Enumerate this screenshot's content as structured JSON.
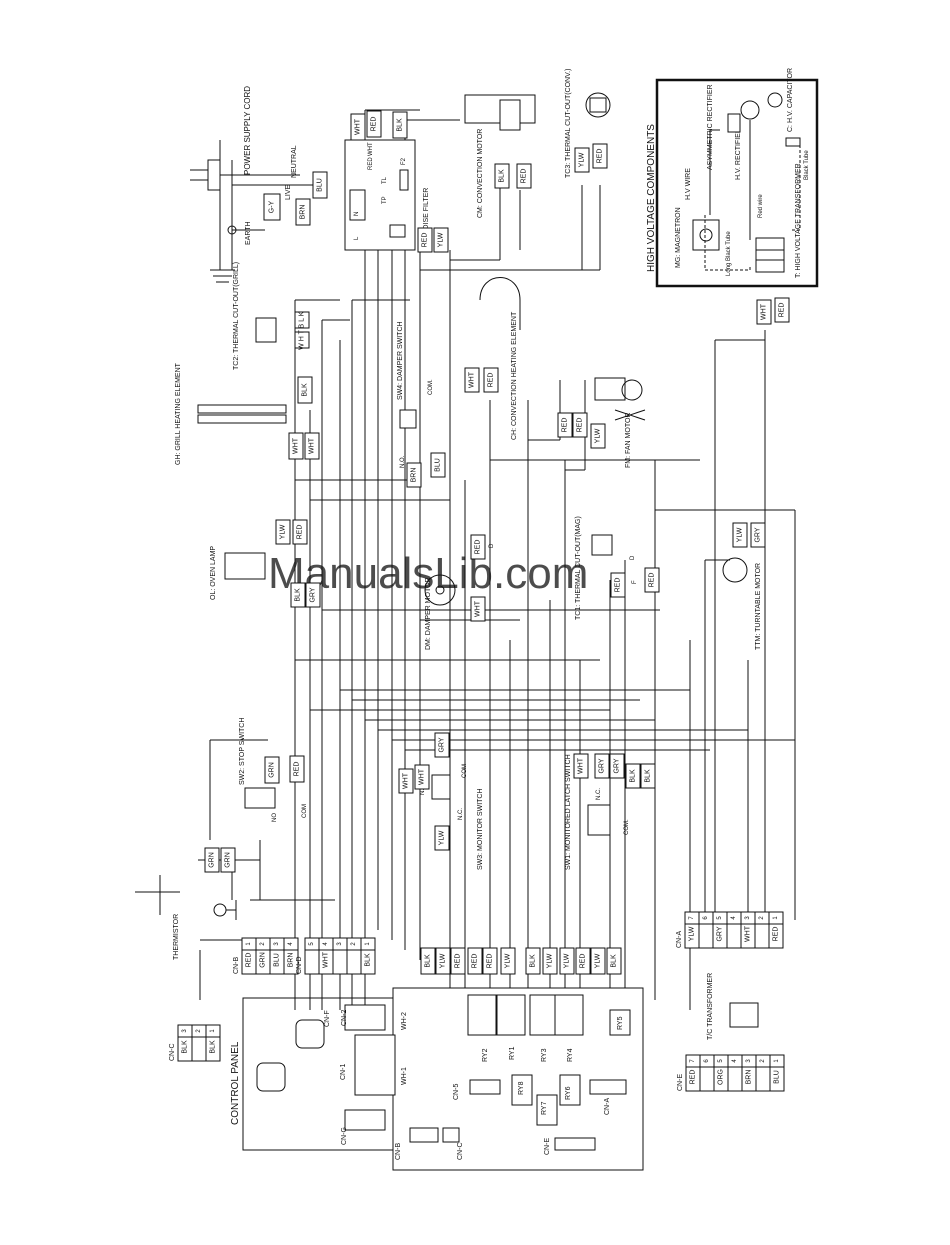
{
  "watermark": "ManualsLib.com",
  "hv_section": {
    "title": "HIGH VOLTAGE COMPONENTS",
    "capacitor": "C: H.V. CAPACITOR",
    "asym": "ASYMMETRIC RECTIFIER",
    "hvrect": "H.V. RECTIFIER",
    "hvwire": "H.V WIRE",
    "magnetron": "MG: MAGNETRON",
    "longtube": "Long Black Tube",
    "redwire": "Red wire",
    "blacktube": "Black Tube",
    "transformer": "T: HIGH VOLTAGE TRANSFORMER"
  },
  "components": {
    "power_cord": "POWER SUPPLY CORD",
    "neutral": "NEUTRAL",
    "live": "LIVE",
    "earth": "EARTH",
    "noise_filter": "NOISE FILTER",
    "conv_motor": "CM: CONVECTION MOTOR",
    "tc3": "TC3: THERMAL CUT-OUT(CONV.)",
    "tc2": "TC2: THERMAL CUT-OUT(GRILL)",
    "grill": "GH: GRILL HEATING ELEMENT",
    "sw4": "SW4: DAMPER SWITCH",
    "conv_heater": "CH: CONVECTION HEATING ELEMENT",
    "fan": "FM: FAN MOTOR",
    "lamp": "OL: OVEN LAMP",
    "damper_motor": "DM: DAMPER MOTOR",
    "tc1": "TC1: THERMAL CUT-OUT(MAG)",
    "ttm": "TTM: TURNTABLE MOTOR",
    "sw2": "SW2: STOP SWITCH",
    "sw3": "SW3: MONITOR SWITCH",
    "sw1": "SW1: MONITORED LATCH SWITCH",
    "thermistor": "THERMISTOR",
    "control_panel": "CONTROL PANEL",
    "tc_transformer": "T/C TRANSFORMER"
  },
  "terminals": {
    "nc": "N.C.",
    "no": "N.O.",
    "com": "COM",
    "com_dot": "COM.",
    "no_plain": "NO",
    "tl": "TL",
    "tp": "TP",
    "f2": "F2",
    "n": "N",
    "l": "L",
    "d": "D",
    "f": "F",
    "wht": "WHT",
    "red": "RED"
  },
  "board_labels": [
    "CN-F",
    "CN-2",
    "CN-1",
    "WH-2",
    "WH-1",
    "CN-G",
    "CN-B",
    "CN-C",
    "CN-5",
    "CN-E",
    "CN-A",
    "RY1",
    "RY2",
    "RY3",
    "RY4",
    "RY5",
    "RY6",
    "RY7",
    "RY8"
  ],
  "connectors": {
    "cnb": {
      "name": "CN-B",
      "pins": [
        "1",
        "2",
        "3",
        "4"
      ],
      "wires": [
        "RED",
        "GRN",
        "BLU",
        "BRN"
      ]
    },
    "cnd": {
      "name": "CN-D",
      "pins": [
        "5",
        "4",
        "3",
        "2",
        "1"
      ],
      "wires": [
        "",
        "WHT",
        "",
        "",
        "BLK"
      ]
    },
    "cnc": {
      "name": "CN-C",
      "pins": [
        "3",
        "2",
        "1"
      ],
      "wires": [
        "BLK",
        "",
        "BLK"
      ]
    },
    "cna": {
      "name": "CN-A",
      "pins": [
        "7",
        "6",
        "5",
        "4",
        "3",
        "2",
        "1"
      ],
      "wires": [
        "YLW",
        "",
        "GRY",
        "",
        "WHT",
        "",
        "RED"
      ]
    },
    "cne": {
      "name": "CN-E",
      "pins": [
        "7",
        "6",
        "5",
        "4",
        "3",
        "2",
        "1"
      ],
      "wires": [
        "RED",
        "",
        "ORG",
        "",
        "BRN",
        "",
        "BLU"
      ]
    }
  },
  "relay_wires": [
    "BLK",
    "YLW",
    "RED",
    "RED",
    "RED",
    "YLW",
    "BLK",
    "YLW",
    "YLW",
    "RED",
    "YLW",
    "BLK"
  ],
  "wire_tags": [
    {
      "id": "t-wht-top",
      "text": "WHT"
    },
    {
      "id": "t-red-top",
      "text": "RED"
    },
    {
      "id": "t-blk-top",
      "text": "BLK"
    },
    {
      "id": "t-blu-nf",
      "text": "BLU"
    },
    {
      "id": "t-brn-nf",
      "text": "BRN"
    },
    {
      "id": "t-gy",
      "text": "G-Y"
    },
    {
      "id": "t-red-nf",
      "text": "RED"
    },
    {
      "id": "t-ylw-nf",
      "text": "YLW"
    },
    {
      "id": "t-blk-cm",
      "text": "BLK"
    },
    {
      "id": "t-red-cm",
      "text": "RED"
    },
    {
      "id": "t-ylw-tc3",
      "text": "YLW"
    },
    {
      "id": "t-red-tc3",
      "text": "RED"
    },
    {
      "id": "t-blk-tc2",
      "text": "B L K"
    },
    {
      "id": "t-wht-tc2",
      "text": "W H T"
    },
    {
      "id": "t-blk-gh",
      "text": "BLK"
    },
    {
      "id": "t-wht-gh1",
      "text": "WHT"
    },
    {
      "id": "t-wht-gh2",
      "text": "WHT"
    },
    {
      "id": "t-brn-sw4",
      "text": "BRN"
    },
    {
      "id": "t-blu-sw4",
      "text": "BLU"
    },
    {
      "id": "t-wht-ch",
      "text": "WHT"
    },
    {
      "id": "t-red-ch",
      "text": "RED"
    },
    {
      "id": "t-red-fm1",
      "text": "RED"
    },
    {
      "id": "t-red-fm2",
      "text": "RED"
    },
    {
      "id": "t-ylw-fm",
      "text": "YLW"
    },
    {
      "id": "t-wht-hv",
      "text": "WHT"
    },
    {
      "id": "t-red-hv",
      "text": "RED"
    },
    {
      "id": "t-ylw-ol",
      "text": "YLW"
    },
    {
      "id": "t-red-ol",
      "text": "RED"
    },
    {
      "id": "t-blk-ol",
      "text": "BLK"
    },
    {
      "id": "t-gry-ol",
      "text": "GRY"
    },
    {
      "id": "t-red-dm",
      "text": "RED"
    },
    {
      "id": "t-wht-dm",
      "text": "WHT"
    },
    {
      "id": "t-red-tc1a",
      "text": "RED"
    },
    {
      "id": "t-red-tc1b",
      "text": "RED"
    },
    {
      "id": "t-ylw-ttm",
      "text": "YLW"
    },
    {
      "id": "t-gry-ttm",
      "text": "GRY"
    },
    {
      "id": "t-grn-sw2",
      "text": "GRN"
    },
    {
      "id": "t-red-sw2",
      "text": "RED"
    },
    {
      "id": "t-wht-sw3a",
      "text": "WHT"
    },
    {
      "id": "t-wht-sw3b",
      "text": "WHT"
    },
    {
      "id": "t-gry-sw3",
      "text": "GRY"
    },
    {
      "id": "t-ylw-sw3",
      "text": "YLW"
    },
    {
      "id": "t-wht-sw1",
      "text": "WHT"
    },
    {
      "id": "t-gry-sw1a",
      "text": "GRY"
    },
    {
      "id": "t-gry-sw1b",
      "text": "GRY"
    },
    {
      "id": "t-blk-sw1a",
      "text": "BLK"
    },
    {
      "id": "t-blk-sw1b",
      "text": "BLK"
    },
    {
      "id": "t-grn-e1",
      "text": "GRN"
    },
    {
      "id": "t-grn-e2",
      "text": "GRN"
    }
  ]
}
